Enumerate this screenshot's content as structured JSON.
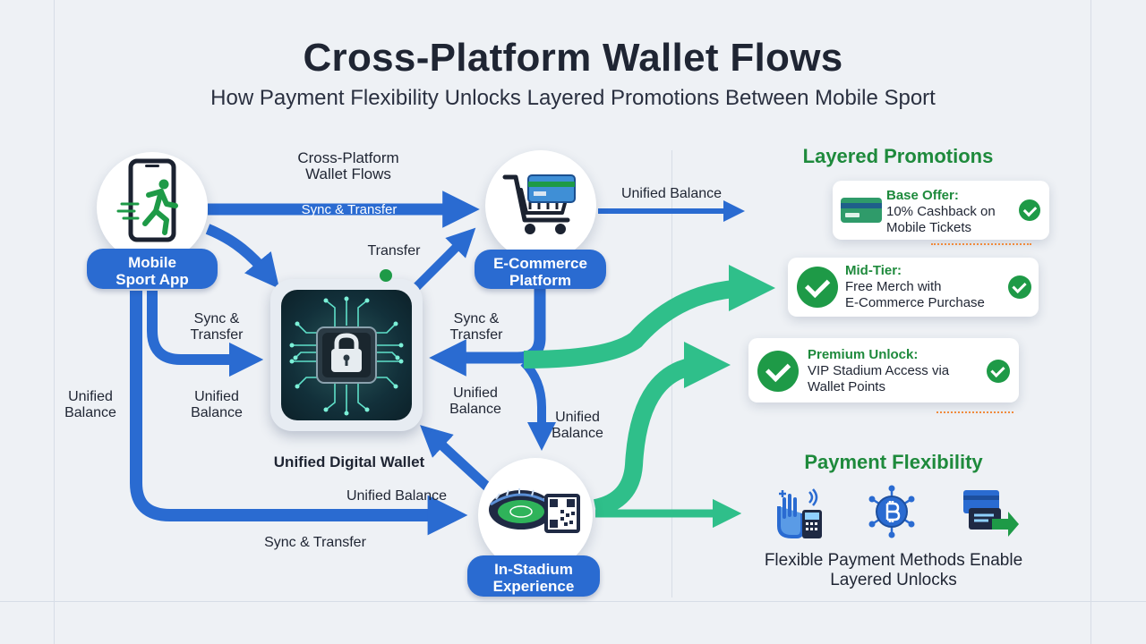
{
  "header": {
    "title": "Cross-Platform Wallet Flows",
    "subtitle": "How Payment Flexibility Unlocks Layered Promotions Between Mobile Sport"
  },
  "nodes": {
    "mobile": "Mobile\nSport App",
    "ecommerce": "E-Commerce\nPlatform",
    "wallet": "Unified Digital Wallet",
    "stadium": "In-Stadium\nExperience"
  },
  "flow_labels": {
    "heading": "Cross-Platform\nWallet Flows",
    "sync_top": "Sync & Transfer",
    "transfer": "Transfer",
    "unified_right": "Unified Balance",
    "sync_left": "Sync &\nTransfer",
    "sync_right": "Sync &\nTransfer",
    "unified_far_left": "Unified\nBalance",
    "unified_left": "Unified\nBalance",
    "unified_mid": "Unified\nBalance",
    "unified_down": "Unified\nBalance",
    "unified_bottom": "Unified Balance",
    "sync_bottom": "Sync & Transfer"
  },
  "promotions": {
    "heading": "Layered Promotions",
    "items": [
      {
        "title": "Base Offer:",
        "body": "10% Cashback on\nMobile Tickets"
      },
      {
        "title": "Mid-Tier:",
        "body": "Free Merch with\nE-Commerce Purchase"
      },
      {
        "title": "Premium Unlock:",
        "body": "VIP Stadium Access via\nWallet Points"
      }
    ]
  },
  "payment": {
    "heading": "Payment Flexibility",
    "caption": "Flexible Payment Methods Enable\nLayered Unlocks",
    "icons": [
      "contactless-pay-icon",
      "crypto-coin-icon",
      "card-transfer-icon"
    ]
  },
  "colors": {
    "blue": "#2a6bd1",
    "green": "#1e9a47",
    "teal": "#2fbf8a"
  }
}
